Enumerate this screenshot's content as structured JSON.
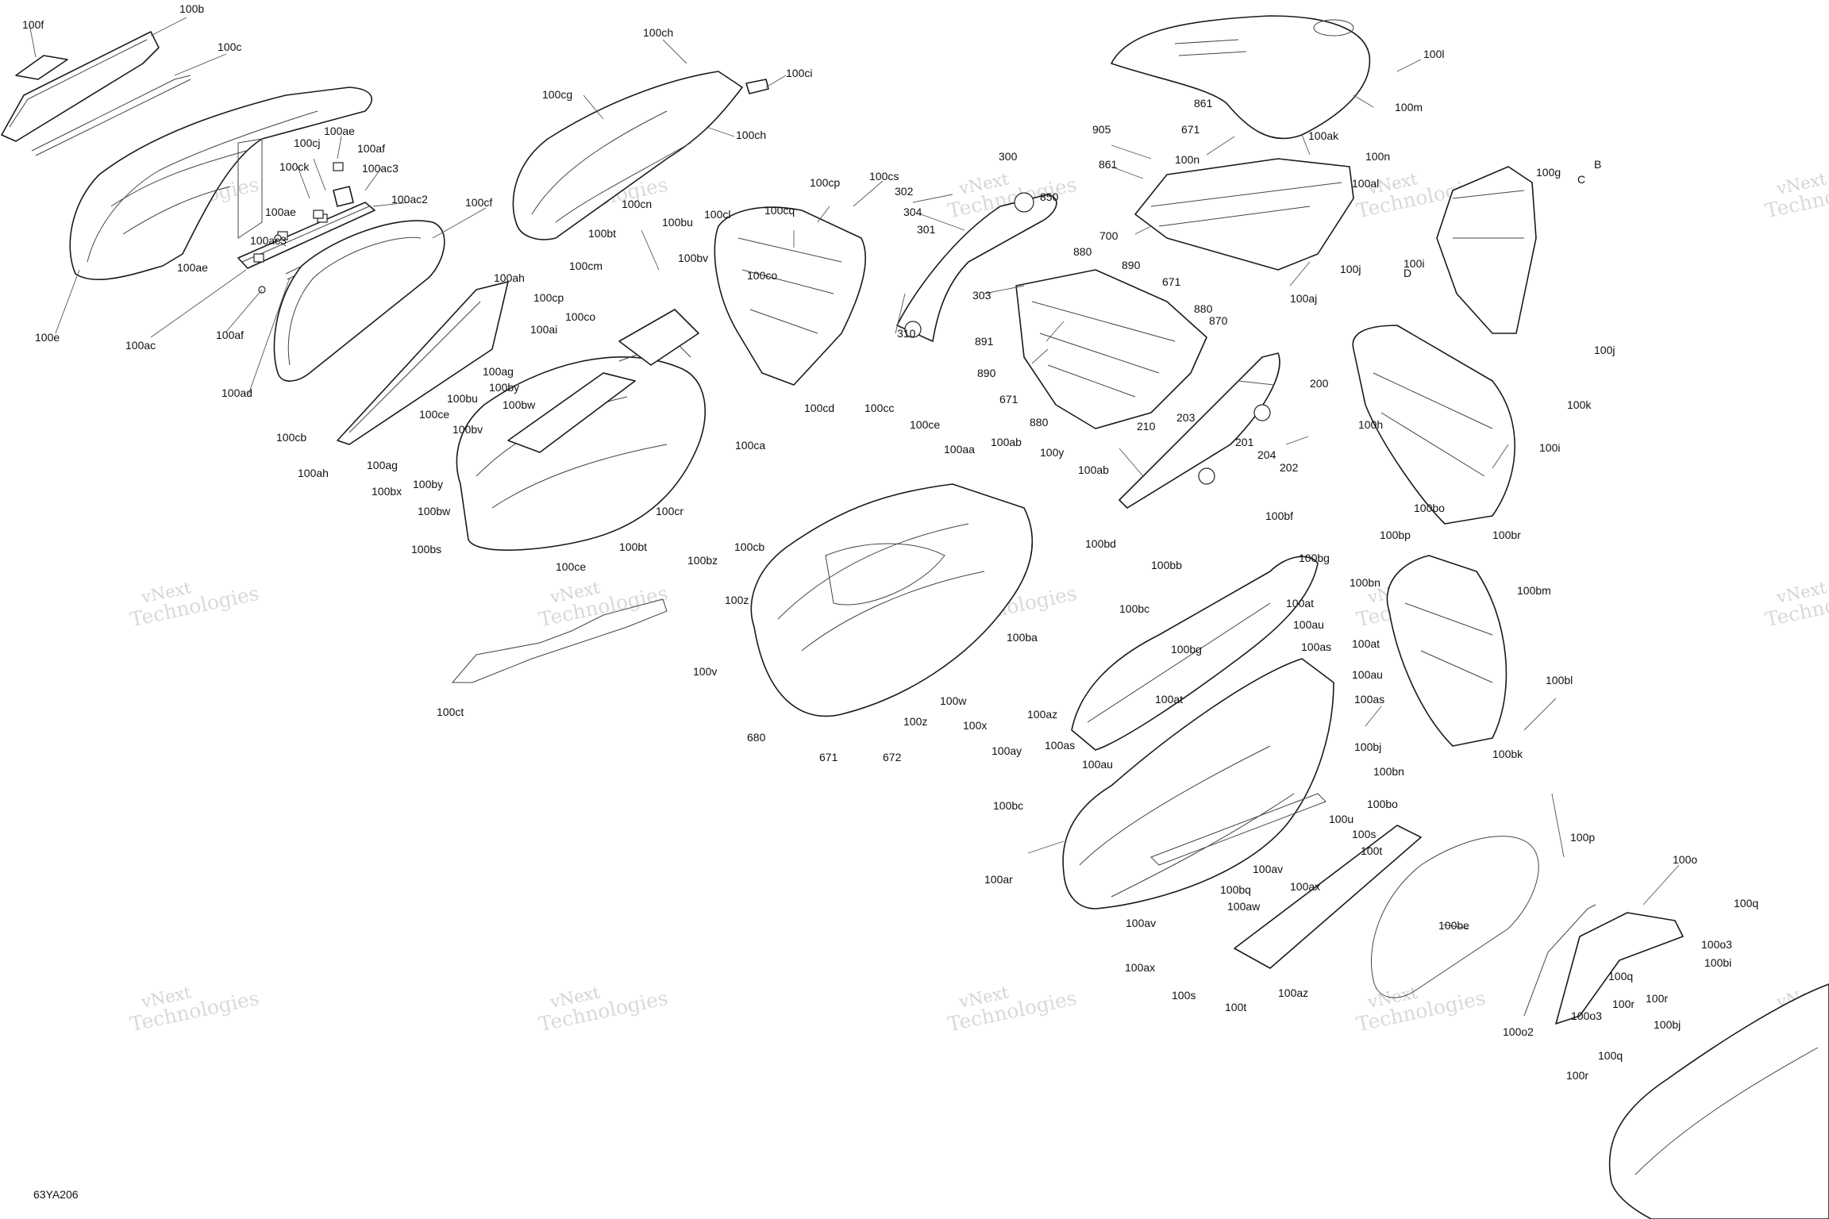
{
  "diagram_code": "63YA206",
  "watermark": [
    "vNext",
    "Technologies"
  ],
  "labels": [
    {
      "id": "l1",
      "text": "100f"
    },
    {
      "id": "l2",
      "text": "100b"
    },
    {
      "id": "l3",
      "text": "100c"
    },
    {
      "id": "l4",
      "text": "100e"
    },
    {
      "id": "l5",
      "text": "100cj"
    },
    {
      "id": "l6",
      "text": "100ae"
    },
    {
      "id": "l7",
      "text": "100af"
    },
    {
      "id": "l8",
      "text": "100ck"
    },
    {
      "id": "l9",
      "text": "100ac3"
    },
    {
      "id": "l10",
      "text": "100ac2"
    },
    {
      "id": "l11",
      "text": "100ae"
    },
    {
      "id": "l12",
      "text": "100ac3"
    },
    {
      "id": "l13",
      "text": "100ae"
    },
    {
      "id": "l14",
      "text": "100ac"
    },
    {
      "id": "l15",
      "text": "100af"
    },
    {
      "id": "l16",
      "text": "100ad"
    },
    {
      "id": "l17",
      "text": "100cf"
    },
    {
      "id": "l18",
      "text": "100ch"
    },
    {
      "id": "l19",
      "text": "100ci"
    },
    {
      "id": "l20",
      "text": "100cg"
    },
    {
      "id": "l21",
      "text": "100ch"
    },
    {
      "id": "l22",
      "text": "100cp"
    },
    {
      "id": "l23",
      "text": "100cs"
    },
    {
      "id": "l24",
      "text": "100cq"
    },
    {
      "id": "l25",
      "text": "100cn"
    },
    {
      "id": "l26",
      "text": "100bu"
    },
    {
      "id": "l27",
      "text": "100cl"
    },
    {
      "id": "l28",
      "text": "100bt"
    },
    {
      "id": "l29",
      "text": "100bv"
    },
    {
      "id": "l30",
      "text": "100co"
    },
    {
      "id": "l31",
      "text": "100cm"
    },
    {
      "id": "l32",
      "text": "100ah"
    },
    {
      "id": "l33",
      "text": "100cp"
    },
    {
      "id": "l34",
      "text": "100co"
    },
    {
      "id": "l35",
      "text": "100ai"
    },
    {
      "id": "l36",
      "text": "100ag"
    },
    {
      "id": "l37",
      "text": "100by"
    },
    {
      "id": "l38",
      "text": "100bu"
    },
    {
      "id": "l39",
      "text": "100bw"
    },
    {
      "id": "l40",
      "text": "100ce"
    },
    {
      "id": "l41",
      "text": "100bv"
    },
    {
      "id": "l42",
      "text": "100cb"
    },
    {
      "id": "l43",
      "text": "100ah"
    },
    {
      "id": "l44",
      "text": "100ag"
    },
    {
      "id": "l45",
      "text": "100by"
    },
    {
      "id": "l46",
      "text": "100bx"
    },
    {
      "id": "l47",
      "text": "100bw"
    },
    {
      "id": "l48",
      "text": "100bs"
    },
    {
      "id": "l49",
      "text": "100ce"
    },
    {
      "id": "l50",
      "text": "100bt"
    },
    {
      "id": "l51",
      "text": "100cr"
    },
    {
      "id": "l52",
      "text": "100ct"
    },
    {
      "id": "l53",
      "text": "100cd"
    },
    {
      "id": "l54",
      "text": "100cc"
    },
    {
      "id": "l55",
      "text": "100ce"
    },
    {
      "id": "l56",
      "text": "100ca"
    },
    {
      "id": "l57",
      "text": "100aa"
    },
    {
      "id": "l58",
      "text": "100cb"
    },
    {
      "id": "l59",
      "text": "100bz"
    },
    {
      "id": "l60",
      "text": "100z"
    },
    {
      "id": "l61",
      "text": "100v"
    },
    {
      "id": "l62",
      "text": "680"
    },
    {
      "id": "l63",
      "text": "671"
    },
    {
      "id": "l64",
      "text": "672"
    },
    {
      "id": "l65",
      "text": "100z"
    },
    {
      "id": "l66",
      "text": "100w"
    },
    {
      "id": "l67",
      "text": "100x"
    },
    {
      "id": "l68",
      "text": "100ay"
    },
    {
      "id": "l69",
      "text": "100ba"
    },
    {
      "id": "l70",
      "text": "100az"
    },
    {
      "id": "l71",
      "text": "100ab"
    },
    {
      "id": "l72",
      "text": "100y"
    },
    {
      "id": "l73",
      "text": "100ab"
    },
    {
      "id": "l74",
      "text": "100bd"
    },
    {
      "id": "l75",
      "text": "100bb"
    },
    {
      "id": "l76",
      "text": "100bc"
    },
    {
      "id": "l77",
      "text": "300"
    },
    {
      "id": "l78",
      "text": "302"
    },
    {
      "id": "l79",
      "text": "304"
    },
    {
      "id": "l80",
      "text": "301"
    },
    {
      "id": "l81",
      "text": "310"
    },
    {
      "id": "l82",
      "text": "303"
    },
    {
      "id": "l83",
      "text": "891"
    },
    {
      "id": "l84",
      "text": "890"
    },
    {
      "id": "l85",
      "text": "671"
    },
    {
      "id": "l86",
      "text": "880"
    },
    {
      "id": "l87",
      "text": "850"
    },
    {
      "id": "l88",
      "text": "880"
    },
    {
      "id": "l89",
      "text": "890"
    },
    {
      "id": "l90",
      "text": "671"
    },
    {
      "id": "l91",
      "text": "880"
    },
    {
      "id": "l92",
      "text": "870"
    },
    {
      "id": "l93",
      "text": "700"
    },
    {
      "id": "l94",
      "text": "861"
    },
    {
      "id": "l95",
      "text": "905"
    },
    {
      "id": "l96",
      "text": "861"
    },
    {
      "id": "l97",
      "text": "671"
    },
    {
      "id": "l98",
      "text": "100n"
    },
    {
      "id": "l99",
      "text": "100ak"
    },
    {
      "id": "l100",
      "text": "100n"
    },
    {
      "id": "l101",
      "text": "100aj"
    },
    {
      "id": "l102",
      "text": "100l"
    },
    {
      "id": "l103",
      "text": "100m"
    },
    {
      "id": "l104",
      "text": "200"
    },
    {
      "id": "l105",
      "text": "203"
    },
    {
      "id": "l106",
      "text": "210"
    },
    {
      "id": "l107",
      "text": "201"
    },
    {
      "id": "l108",
      "text": "204"
    },
    {
      "id": "l109",
      "text": "202"
    },
    {
      "id": "l110",
      "text": "100g"
    },
    {
      "id": "l111",
      "text": "B"
    },
    {
      "id": "l112",
      "text": "C"
    },
    {
      "id": "l113",
      "text": "100j"
    },
    {
      "id": "l114",
      "text": "100al"
    },
    {
      "id": "l115",
      "text": "D"
    },
    {
      "id": "l116",
      "text": "100i"
    },
    {
      "id": "l117",
      "text": "100j"
    },
    {
      "id": "l118",
      "text": "100k"
    },
    {
      "id": "l119",
      "text": "100h"
    },
    {
      "id": "l120",
      "text": "100i"
    },
    {
      "id": "l121",
      "text": "100bo"
    },
    {
      "id": "l122",
      "text": "100bp"
    },
    {
      "id": "l123",
      "text": "100br"
    },
    {
      "id": "l124",
      "text": "100bn"
    },
    {
      "id": "l125",
      "text": "100bm"
    },
    {
      "id": "l126",
      "text": "100bl"
    },
    {
      "id": "l127",
      "text": "100bk"
    },
    {
      "id": "l128",
      "text": "100bf"
    },
    {
      "id": "l129",
      "text": "100bg"
    },
    {
      "id": "l130",
      "text": "100at"
    },
    {
      "id": "l131",
      "text": "100au"
    },
    {
      "id": "l132",
      "text": "100as"
    },
    {
      "id": "l133",
      "text": "100at"
    },
    {
      "id": "l134",
      "text": "100au"
    },
    {
      "id": "l135",
      "text": "100as"
    },
    {
      "id": "l136",
      "text": "100bg"
    },
    {
      "id": "l137",
      "text": "100at"
    },
    {
      "id": "l138",
      "text": "100bj"
    },
    {
      "id": "l139",
      "text": "100as"
    },
    {
      "id": "l140",
      "text": "100au"
    },
    {
      "id": "l141",
      "text": "100bn"
    },
    {
      "id": "l142",
      "text": "100bo"
    },
    {
      "id": "l143",
      "text": "100bc"
    },
    {
      "id": "l144",
      "text": "100u"
    },
    {
      "id": "l145",
      "text": "100s"
    },
    {
      "id": "l146",
      "text": "100t"
    },
    {
      "id": "l147",
      "text": "100av"
    },
    {
      "id": "l148",
      "text": "100ax"
    },
    {
      "id": "l149",
      "text": "100ar"
    },
    {
      "id": "l150",
      "text": "100bq"
    },
    {
      "id": "l151",
      "text": "100aw"
    },
    {
      "id": "l152",
      "text": "100av"
    },
    {
      "id": "l153",
      "text": "100ax"
    },
    {
      "id": "l154",
      "text": "100s"
    },
    {
      "id": "l155",
      "text": "100t"
    },
    {
      "id": "l156",
      "text": "100az"
    },
    {
      "id": "l157",
      "text": "100be"
    },
    {
      "id": "l158",
      "text": "100p"
    },
    {
      "id": "l159",
      "text": "100o"
    },
    {
      "id": "l160",
      "text": "100q"
    },
    {
      "id": "l161",
      "text": "100o3"
    },
    {
      "id": "l162",
      "text": "100bi"
    },
    {
      "id": "l163",
      "text": "100q"
    },
    {
      "id": "l164",
      "text": "100r"
    },
    {
      "id": "l165",
      "text": "100r"
    },
    {
      "id": "l166",
      "text": "100o3"
    },
    {
      "id": "l167",
      "text": "100bj"
    },
    {
      "id": "l168",
      "text": "100o2"
    },
    {
      "id": "l169",
      "text": "100q"
    },
    {
      "id": "l170",
      "text": "100r"
    }
  ]
}
